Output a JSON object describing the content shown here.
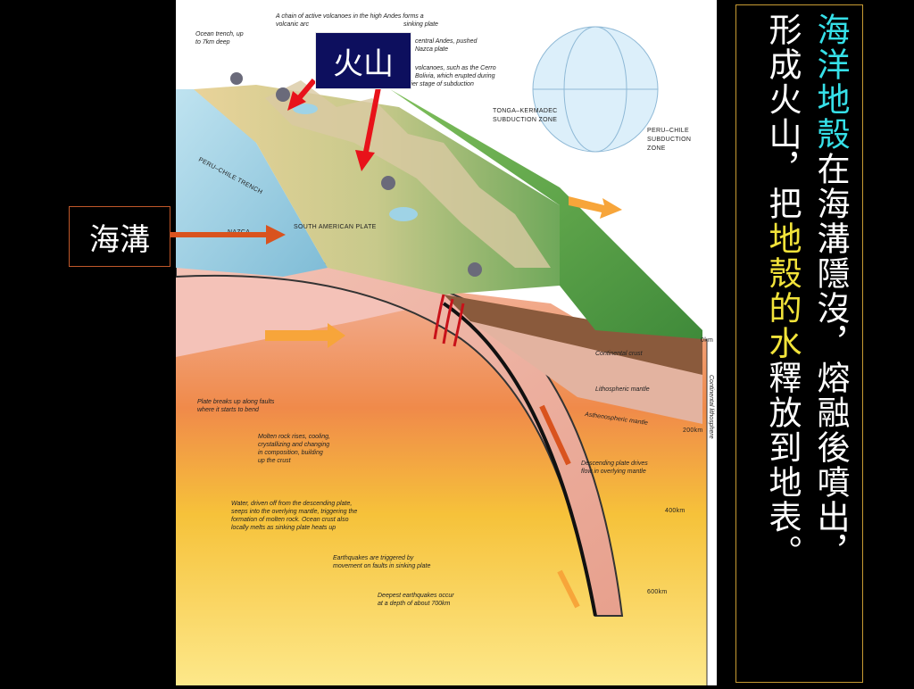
{
  "labels": {
    "volcano": "火山",
    "trench": "海溝"
  },
  "caption": {
    "col1": [
      {
        "text": "海洋地殼",
        "color": "cyan"
      },
      {
        "text": "在海溝隱沒，熔融後噴出，",
        "color": "white"
      }
    ],
    "col2": [
      {
        "text": "形成火山，把",
        "color": "white"
      },
      {
        "text": "地殼的水",
        "color": "yellow"
      },
      {
        "text": "釋放到地表。",
        "color": "white"
      }
    ]
  },
  "illustration": {
    "notes": {
      "chain": "A chain of active volcanoes in the high Andes forms a",
      "chain2": "volcanic arc",
      "chain3": "sinking plate",
      "trench_depth": "Ocean trench, up",
      "trench_depth2": "to 7km deep",
      "central": "central Andes, pushed",
      "central2": "Nazca plate",
      "cerro": "volcanoes, such as the Cerro",
      "cerro2": "Bolivia, which erupted during",
      "cerro3": "an earlier stage of subduction",
      "tonga": "TONGA–KERMADEC",
      "tonga2": "SUBDUCTION ZONE",
      "peru_zone": "PERU–CHILE",
      "peru_zone2": "SUBDUCTION",
      "peru_zone3": "ZONE",
      "peru_trench": "PERU–CHILE TRENCH",
      "nazca": "NAZCA",
      "south_american": "SOUTH AMERICAN PLATE",
      "continental_crust": "Continental crust",
      "lithospheric": "Lithospheric mantle",
      "asthenospheric": "Asthenospheric mantle",
      "continental_litho": "Continental lithosphere",
      "breaks": "Plate breaks up along faults",
      "breaks2": "where it starts to bend",
      "molten": "Molten rock rises, cooling,",
      "molten2": "crystallizing and changing",
      "molten3": "in composition, building",
      "molten4": "up the crust",
      "water": "Water, driven off from the descending plate,",
      "water2": "seeps into the overlying mantle, triggering the",
      "water3": "formation of molten rock. Ocean crust also",
      "water4": "locally melts as sinking plate heats up",
      "quakes": "Earthquakes are triggered by",
      "quakes2": "movement on faults in sinking plate",
      "deepest": "Deepest earthquakes occur",
      "deepest2": "at a depth of about 700km",
      "descending": "Descending plate drives",
      "descending2": "flow in overlying mantle",
      "d0": "0km",
      "d200": "200km",
      "d400": "400km",
      "d600": "600km"
    }
  },
  "colors": {
    "cyan_text": "#36e0e8",
    "yellow_text": "#f2e33a",
    "volcano_box": "#0d0f5e",
    "arrow_red": "#e8121a",
    "arrow_orange": "#d9531e"
  }
}
